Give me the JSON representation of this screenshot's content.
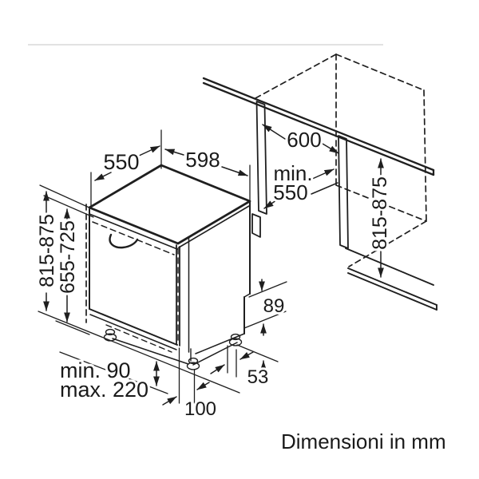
{
  "figure": {
    "type": "installation-diagram",
    "caption": "Dimensioni in mm",
    "colors": {
      "line": "#1f1f1f",
      "text": "#1a1a1a",
      "divider": "#d9d9d9"
    },
    "dimensions": {
      "appliance_depth_top": "550",
      "appliance_width_top": "598",
      "niche_width": "600",
      "niche_depth_line1": "min.",
      "niche_depth_line2": "550",
      "appliance_height_range": "815-875",
      "door_height_range": "655-725",
      "niche_height_range": "815-875",
      "plinth_min": "min. 90",
      "plinth_max": "max. 220",
      "base_rear_height": "89",
      "rear_foot_offset": "53",
      "front_foot_offset": "100"
    }
  }
}
